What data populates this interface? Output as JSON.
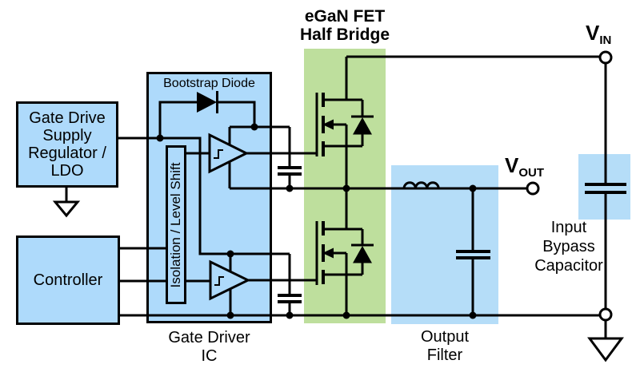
{
  "diagram": {
    "title": "eGaN FET\nHalf Bridge",
    "colors": {
      "block_fill": "#aedafb",
      "green_highlight": "#bedf9d",
      "blue_highlight": "#b5ddf8",
      "line": "#000000"
    },
    "blocks": {
      "gate_drive_supply": {
        "label": "Gate Drive\nSupply\nRegulator /\nLDO"
      },
      "controller": {
        "label": "Controller"
      },
      "gate_driver": {
        "caption": "Gate Driver\nIC",
        "bootstrap_diode_label": "Bootstrap Diode",
        "isolation_label": "Isolation / Level Shift"
      },
      "half_bridge": {
        "caption": "eGaN FET\nHalf Bridge"
      },
      "output_filter": {
        "caption": "Output\nFilter"
      },
      "input_bypass": {
        "caption": "Input\nBypass\nCapacitor"
      }
    },
    "terminals": {
      "vin": {
        "symbol": "V",
        "subscript": "IN"
      },
      "vout": {
        "symbol": "V",
        "subscript": "OUT"
      }
    }
  }
}
